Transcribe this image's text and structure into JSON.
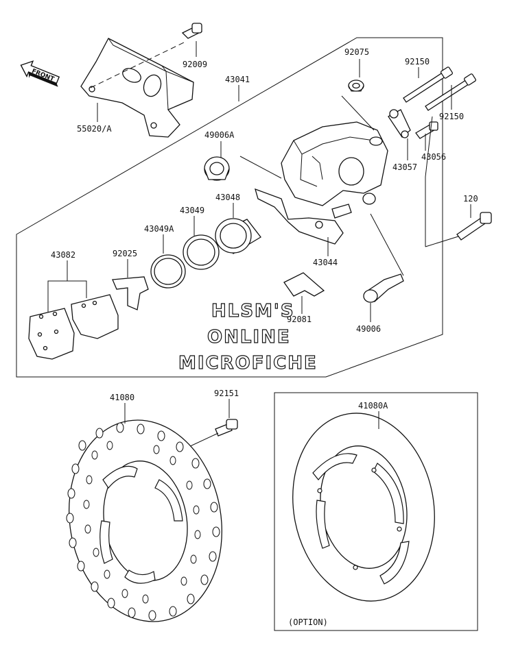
{
  "watermark": {
    "line1": "HLSM'S",
    "line2": "ONLINE",
    "line3": "MICROFICHE"
  },
  "front_badge": "FRONT",
  "option_label": "(OPTION)",
  "part_labels": {
    "p92009": "92009",
    "p55020a": "55020/A",
    "p43041": "43041",
    "p92075": "92075",
    "p92150a": "92150",
    "p92150b": "92150",
    "p43056": "43056",
    "p43057": "43057",
    "p49006a": "49006A",
    "p43048": "43048",
    "p43049": "43049",
    "p43049a": "43049A",
    "p92025": "92025",
    "p43082": "43082",
    "p43044": "43044",
    "p92081": "92081",
    "p49006": "49006",
    "p120": "120",
    "p41080": "41080",
    "p92151": "92151",
    "p41080a": "41080A"
  }
}
